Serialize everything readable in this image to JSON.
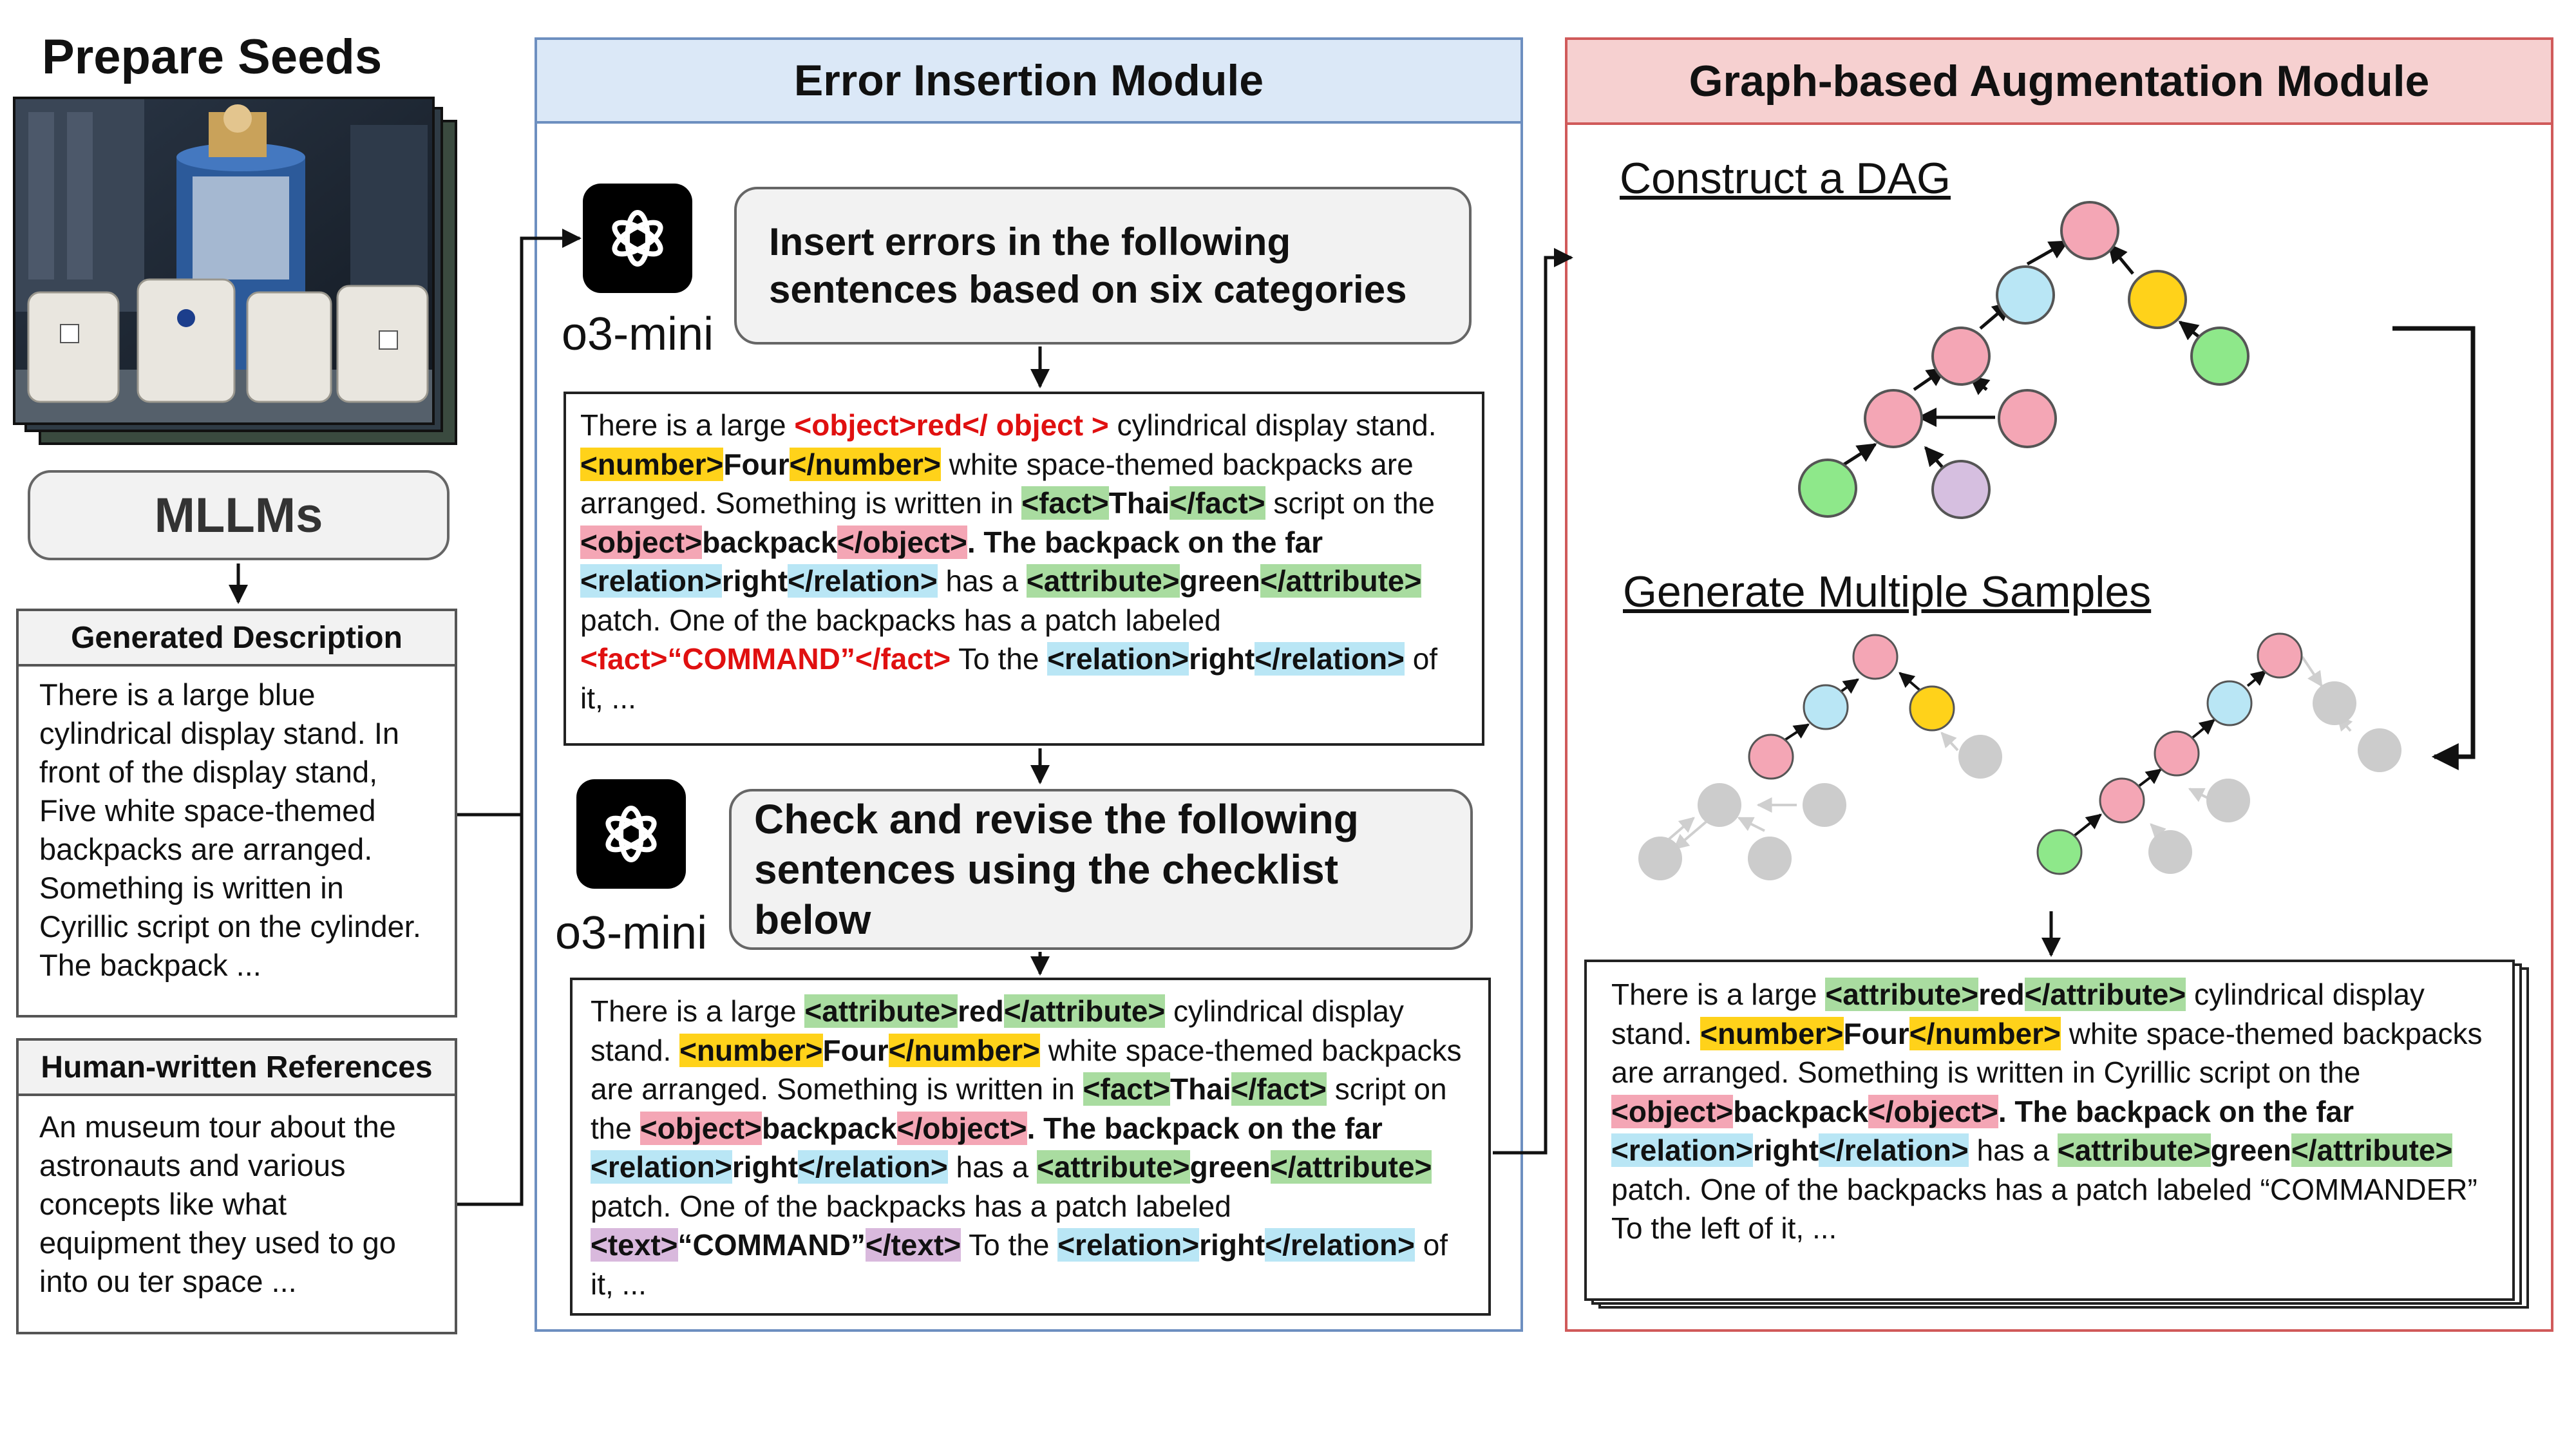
{
  "seeds": {
    "title": "Prepare Seeds",
    "mllm_label": "MLLMs",
    "generated_header": "Generated Description",
    "generated_text": "There is a large blue cylindrical display stand. In front of the display stand, Five white space-themed backpacks are arranged. Something is written in Cyrillic script on the cylinder. The backpack ...",
    "human_header": "Human-written References",
    "human_text": "An museum tour about the astronauts and various concepts like what equipment they used to go into ou ter space ..."
  },
  "error_module": {
    "title": "Error Insertion Module",
    "model_label_1": "o3-mini",
    "model_label_2": "o3-mini",
    "prompt_1": "Insert errors in the following sentences based on six categories",
    "prompt_2": "Check and revise the following sentences using the checklist below",
    "box1": {
      "t1": "There is a large ",
      "obj_open": "<object>red</ object >",
      "t2": " cylindrical display stand. ",
      "num_open": "<number>",
      "num_val": "Four",
      "num_close": "</number>",
      "t3": " white space-themed backpacks are arranged. Something is written in ",
      "fact_open": "<fact>",
      "fact_val": "Thai",
      "fact_close": "</fact>",
      "t4": " script on the ",
      "object_open": "<object>",
      "object_val": "backpack",
      "object_close": "</object>",
      "t5": ". The backpack on the far ",
      "rel_open": "<relation>",
      "rel_val": "right",
      "rel_close": "</relation>",
      "t6": " has a ",
      "attr_open": "<attribute>",
      "attr_val": "green",
      "attr_close": "</attribute>",
      "t7": " patch. One of the backpacks has a patch labeled ",
      "fact2": "<fact>“COMMAND”</fact>",
      "t8": "  To the ",
      "rel2_open": "<relation>",
      "rel2_val": "right",
      "rel2_close": "</relation>",
      "t9": " of it, ..."
    },
    "box2": {
      "t1": "There is a large ",
      "attr_open": "<attribute>",
      "attr_val": "red",
      "attr_close": "</attribute>",
      "t2": " cylindrical display stand. ",
      "num_open": "<number>",
      "num_val": "Four",
      "num_close": "</number>",
      "t3": " white space-themed backpacks are arranged. Something is written in ",
      "fact_open": "<fact>",
      "fact_val": "Thai",
      "fact_close": "</fact>",
      "t4": " script on the ",
      "object_open": "<object>",
      "object_val": "backpack",
      "object_close": "</object>",
      "t5": ". The backpack on the far ",
      "rel_open": "<relation>",
      "rel_val": "right",
      "rel_close": "</relation>",
      "t6": " has a ",
      "attr2_open": "<attribute>",
      "attr2_val": "green",
      "attr2_close": "</attribute>",
      "t7": " patch. One of the backpacks has a patch labeled ",
      "text_open": "<text>",
      "text_val": "“COMMAND”",
      "text_close": "</text>",
      "t8": "  To the ",
      "rel2_open": "<relation>",
      "rel2_val": "right",
      "rel2_close": "</relation>",
      "t9": " of it, ..."
    }
  },
  "graph_module": {
    "title": "Graph-based Augmentation Module",
    "dag_title": "Construct a DAG",
    "samples_title": "Generate Multiple Samples",
    "box3": {
      "t1": "There is a large ",
      "attr_open": "<attribute>",
      "attr_val": "red",
      "attr_close": "</attribute>",
      "t2": " cylindrical display stand. ",
      "num_open": "<number>",
      "num_val": "Four",
      "num_close": "</number>",
      "t3": " white space-themed backpacks are arranged. Something is written in Cyrillic script on the ",
      "object_open": "<object>",
      "object_val": "backpack",
      "object_close": "</object>",
      "t4": ". The backpack on the far ",
      "rel_open": "<relation>",
      "rel_val": "right",
      "rel_close": "</relation>",
      "t5": " has a ",
      "attr2_open": "<attribute>",
      "attr2_val": "green",
      "attr2_close": "</attribute>",
      "t6": " patch. One of the backpacks has a patch labeled “COMMANDER” To the left of it, ..."
    }
  },
  "colors": {
    "blue_header": "#dbe8f7",
    "red_header": "#f6d0d0",
    "node_pink": "#f4a6b5",
    "node_blue": "#b9e6f5",
    "node_yellow": "#ffd21a",
    "node_green": "#8ee88a",
    "node_purple": "#d6bfe0",
    "node_gray": "#cccccc"
  }
}
